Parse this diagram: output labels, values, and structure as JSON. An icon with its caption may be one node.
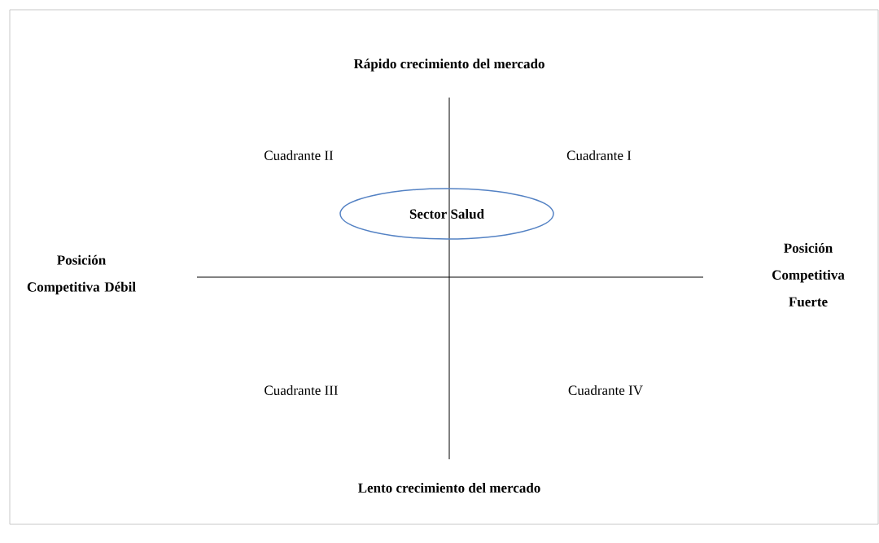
{
  "diagram": {
    "nodes": [
      {
        "text": [
          "Sector Salud"
        ]
      }
    ],
    "labels": [
      "Rápido crecimiento del mercado",
      "Cuadrante II",
      "Cuadrante I",
      "Posición Competitiva Débil",
      "Posición Competitiva Fuerte",
      "Cuadrante III",
      "Cuadrante IV",
      "Lento crecimiento del mercado"
    ]
  }
}
